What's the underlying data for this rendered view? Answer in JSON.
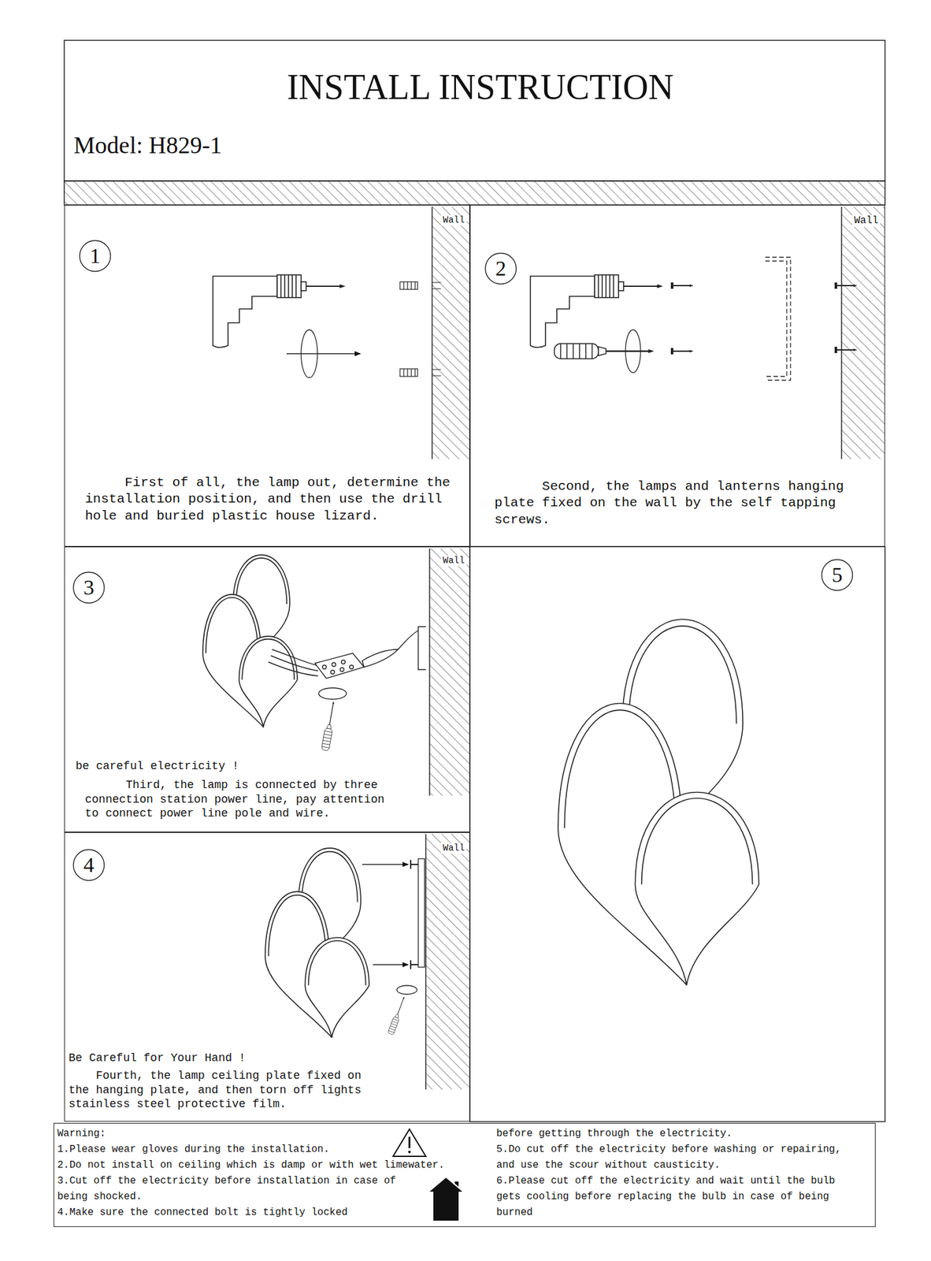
{
  "diagram": {
    "title": "INSTALL INSTRUCTION",
    "nodes": [
      {
        "text": [
          "Wall",
          "First of all, the lamp out, determine the installation position, and then use the drill hole and buried plastic house lizard."
        ]
      },
      {
        "text": [
          "1"
        ],
        "in": 0
      },
      {
        "text": [
          "Wall",
          "Second, the lamps and lanterns hanging plate fixed on the wall by the self tapping screws."
        ]
      },
      {
        "text": [
          "2"
        ],
        "in": 2
      },
      {
        "text": [
          "Wall",
          "be careful electricity !",
          "Third, the lamp is connected by three connection station power line, pay attention to connect power line pole and wire."
        ]
      },
      {
        "text": [
          "3"
        ],
        "in": 4
      },
      {
        "text": [
          "Wall",
          "Be Careful for Your Hand !",
          "Fourth, the lamp ceiling plate fixed on the hanging plate, and then torn off lights stainless steel protective film."
        ]
      },
      {
        "text": [
          "4"
        ],
        "in": 6
      },
      {
        "text": [
          "5"
        ]
      },
      {
        "text": [
          "Warning:",
          "1.Please wear gloves during the installation.",
          "2.Do not install on ceiling which is damp or with wet limewater.",
          "3.Cut off the electricity before installation in case of being shocked.",
          "4.Make sure the connected bolt is tightly locked",
          "before getting through the electricity.",
          "5.Do cut off the electricity before washing or repairing, and use the scour without causticity.",
          "6.Please cut off the electricity and wait until the bulb gets cooling before replacing the bulb in case of being burned"
        ]
      }
    ],
    "labels": [
      "Model: H829-1"
    ]
  }
}
